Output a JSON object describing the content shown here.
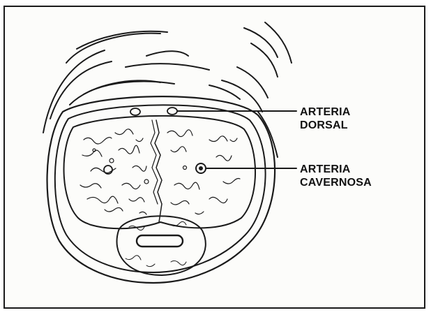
{
  "labels": {
    "dorsal_artery": {
      "line1": "ARTERIA",
      "line2": "DORSAL"
    },
    "cavernous_artery": {
      "line1": "ARTERIA",
      "line2": "CAVERNOSA"
    }
  },
  "colors": {
    "ink": "#111111",
    "paper": "#fcfcfa"
  }
}
